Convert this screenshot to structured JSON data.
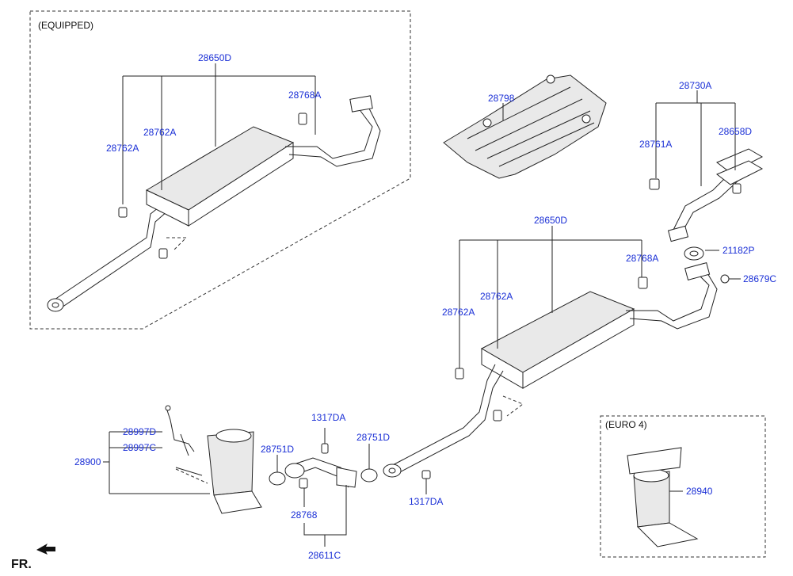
{
  "groups": {
    "equipped": "(EQUIPPED)",
    "euro4": "(EURO 4)"
  },
  "labels": {
    "l28650D_top": "28650D",
    "l28768A_top": "28768A",
    "l28762A_top_right": "28762A",
    "l28762A_top_left": "28762A",
    "l28798": "28798",
    "l28730A": "28730A",
    "l28761A": "28761A",
    "l28658D": "28658D",
    "l28650D_mid": "28650D",
    "l28768A_mid": "28768A",
    "l21182P": "21182P",
    "l28679C": "28679C",
    "l28762A_mid_right": "28762A",
    "l28762A_mid_left": "28762A",
    "l1317DA_top": "1317DA",
    "l28751D_right": "28751D",
    "l28751D_left": "28751D",
    "l1317DA_bottom": "1317DA",
    "l28768": "28768",
    "l28611C": "28611C",
    "l28997D": "28997D",
    "l28997C": "28997C",
    "l28900": "28900",
    "l28940": "28940"
  },
  "direction": {
    "label": "FR."
  }
}
